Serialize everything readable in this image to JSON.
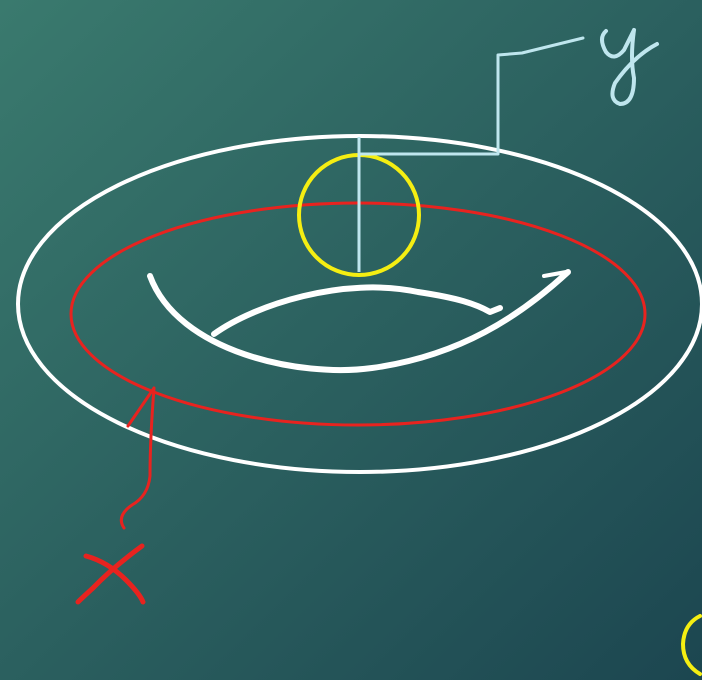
{
  "colors": {
    "background_top_left": "#3a7a6e",
    "background_bottom_right": "#1c4650",
    "outer_torus": "#ffffff",
    "inner_circle_x": "#e8231f",
    "cross_section": "#f5ee12",
    "radius_y": "#bfe6ee",
    "hole_curve": "#ffffff"
  },
  "labels": {
    "x": "x",
    "y": "y"
  },
  "icons": {
    "partial_yellow_shape": "yellow-arc-fragment"
  }
}
